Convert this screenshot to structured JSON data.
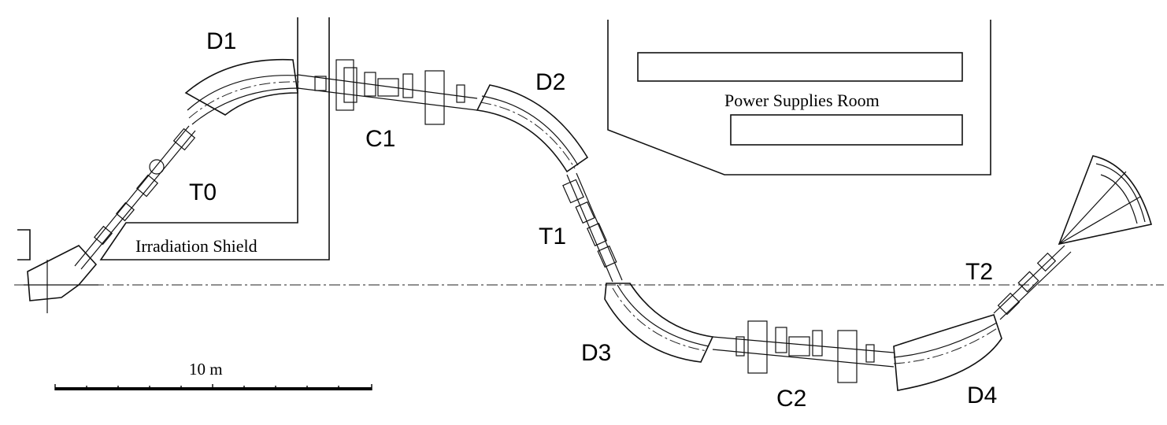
{
  "labels": {
    "D1": "D1",
    "D2": "D2",
    "D3": "D3",
    "D4": "D4",
    "C1": "C1",
    "C2": "C2",
    "T0": "T0",
    "T1": "T1",
    "T2": "T2"
  },
  "areas": {
    "irradiation_shield": "Irradiation Shield",
    "power_supplies_room": "Power Supplies Room"
  },
  "scale_bar": {
    "label": "10 m"
  }
}
